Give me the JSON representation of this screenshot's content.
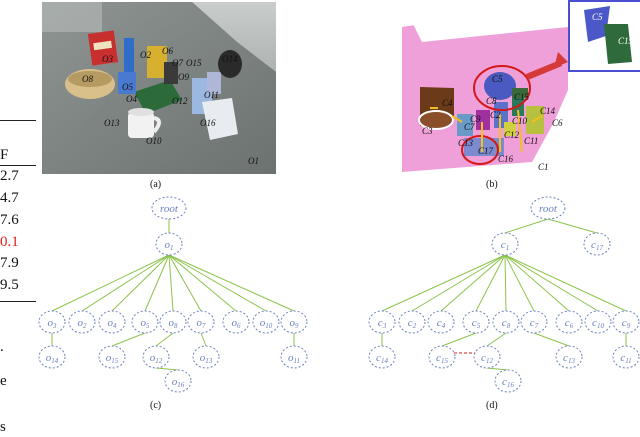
{
  "left_table": {
    "header": "F",
    "rows": [
      "2.7",
      "4.7",
      "7.6",
      "0.1",
      "7.9",
      "9.5"
    ],
    "highlight_color": "#e0201c",
    "trailing_text": [
      ".",
      "e",
      "s"
    ]
  },
  "panels": {
    "a": {
      "caption": "(a)",
      "objects": [
        "O8",
        "O3",
        "O2",
        "O5",
        "O6",
        "O7",
        "O9",
        "O4",
        "O15",
        "O14",
        "O12",
        "O11",
        "O10",
        "O13",
        "O16",
        "O1"
      ]
    },
    "b": {
      "caption": "(b)",
      "clusters": [
        "C5",
        "C15",
        "C17",
        "C4",
        "C3",
        "C8",
        "C7",
        "C14",
        "C10",
        "C2",
        "C12",
        "C13",
        "C11",
        "C6",
        "C9",
        "C16",
        "C1"
      ],
      "zoom_labels": [
        "C5",
        "C15"
      ]
    },
    "c": {
      "caption": "(c)",
      "root": "root",
      "level1": "O1",
      "children": [
        "O3",
        "O2",
        "O4",
        "O5",
        "O8",
        "O7",
        "O6",
        "O10",
        "O9"
      ],
      "grandchildren": [
        "O14",
        "O15",
        "O12",
        "O13",
        "O11"
      ],
      "great": [
        "O16"
      ]
    },
    "d": {
      "caption": "(d)",
      "root": "root",
      "level1": [
        "C1",
        "C17"
      ],
      "children": [
        "C3",
        "C2",
        "C4",
        "C5",
        "C8",
        "C7",
        "C6",
        "C10",
        "C9"
      ],
      "grandchildren": [
        "C14",
        "C15",
        "C12",
        "C13",
        "C11"
      ],
      "great": [
        "C16"
      ]
    }
  },
  "colors": {
    "node": "#6b7fc0",
    "edge": "#8cc34a",
    "dashed": "#d42020",
    "seg_pink": "#f0a0d8",
    "zoom_border": "#4a4ed0",
    "ring": "#d41818"
  }
}
